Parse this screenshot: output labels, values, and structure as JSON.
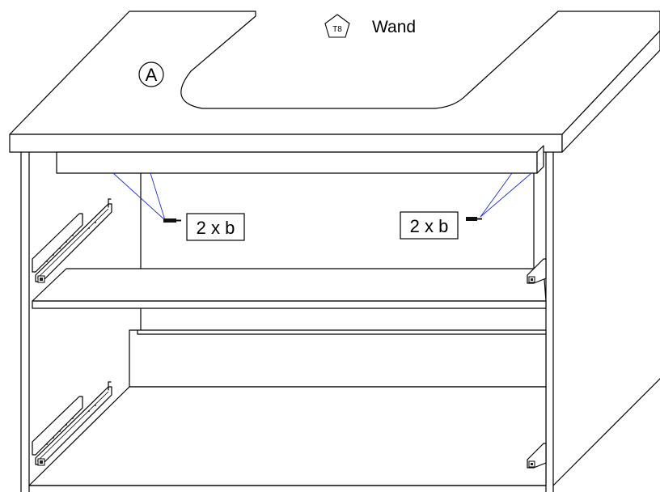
{
  "labels": {
    "part_marker": "A",
    "tool_code": "T8",
    "wall_text": "Wand",
    "screw_left": "2 x b",
    "screw_right": "2 x b"
  }
}
